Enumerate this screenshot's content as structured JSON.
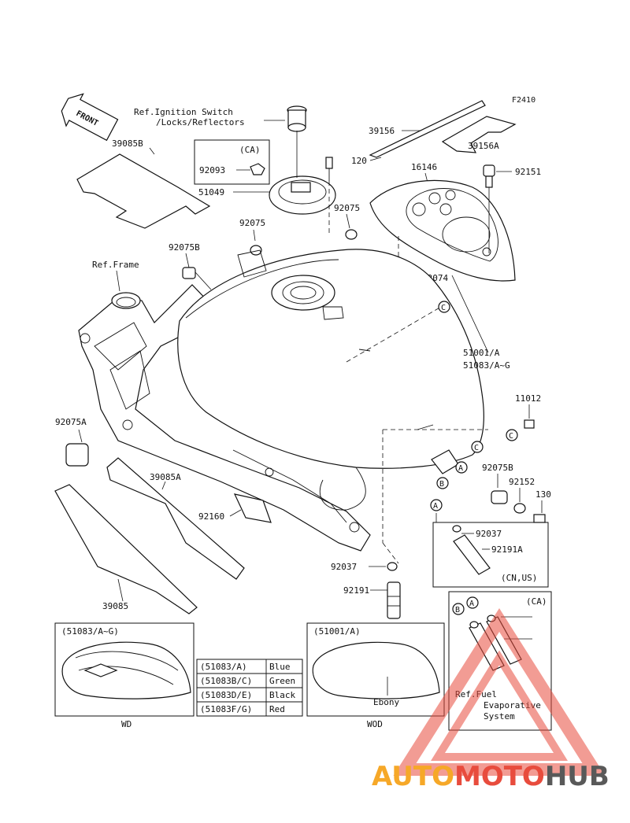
{
  "figure_code": "F2410",
  "front_label": "FRONT",
  "refs": {
    "ignition_line1": "Ref.Ignition Switch",
    "ignition_line2": "/Locks/Reflectors",
    "frame": "Ref.Frame",
    "fuel_line1": "Ref.Fuel",
    "fuel_line2": "Evaporative",
    "fuel_line3": "System"
  },
  "parts": {
    "p39085B": "39085B",
    "p92093": "92093",
    "ca_top": "(CA)",
    "p51049": "51049",
    "p92075_a": "92075",
    "p92075_b": "92075",
    "p92075B_top": "92075B",
    "p39156": "39156",
    "p39156A": "39156A",
    "p120": "120",
    "p16146": "16146",
    "p92151": "92151",
    "p92074": "92074",
    "p51001A": "51001/A",
    "p51083": "51083/A~G",
    "p11012": "11012",
    "p92075A": "92075A",
    "p39085A": "39085A",
    "p92160": "92160",
    "p92075B_right": "92075B",
    "p92152": "92152",
    "p130": "130",
    "p92037_right": "92037",
    "p92191A": "92191A",
    "cn_us": "(CN,US)",
    "p92037_center": "92037",
    "p92191": "92191",
    "p39085": "39085",
    "ca_bottom": "(CA)"
  },
  "callouts": {
    "c1": "C",
    "c2": "C",
    "c3": "C",
    "a1": "A",
    "a2": "A",
    "a3": "A",
    "b1": "B",
    "b2": "B"
  },
  "insets": {
    "left_title": "(51083/A~G)",
    "left_caption": "WD",
    "right_title": "(51001/A)",
    "right_label": "Ebony",
    "right_caption": "WOD"
  },
  "color_table": [
    {
      "code": "(51083/A)",
      "color": "Blue"
    },
    {
      "code": "(51083B/C)",
      "color": "Green"
    },
    {
      "code": "(51083D/E)",
      "color": "Black"
    },
    {
      "code": "(51083F/G)",
      "color": "Red"
    }
  ],
  "watermark": {
    "part1": "AUTO",
    "part2": "MOTO",
    "part3": "HUB",
    "color1": "#f6a828",
    "color2": "#e84c3d",
    "color3": "#595959"
  }
}
